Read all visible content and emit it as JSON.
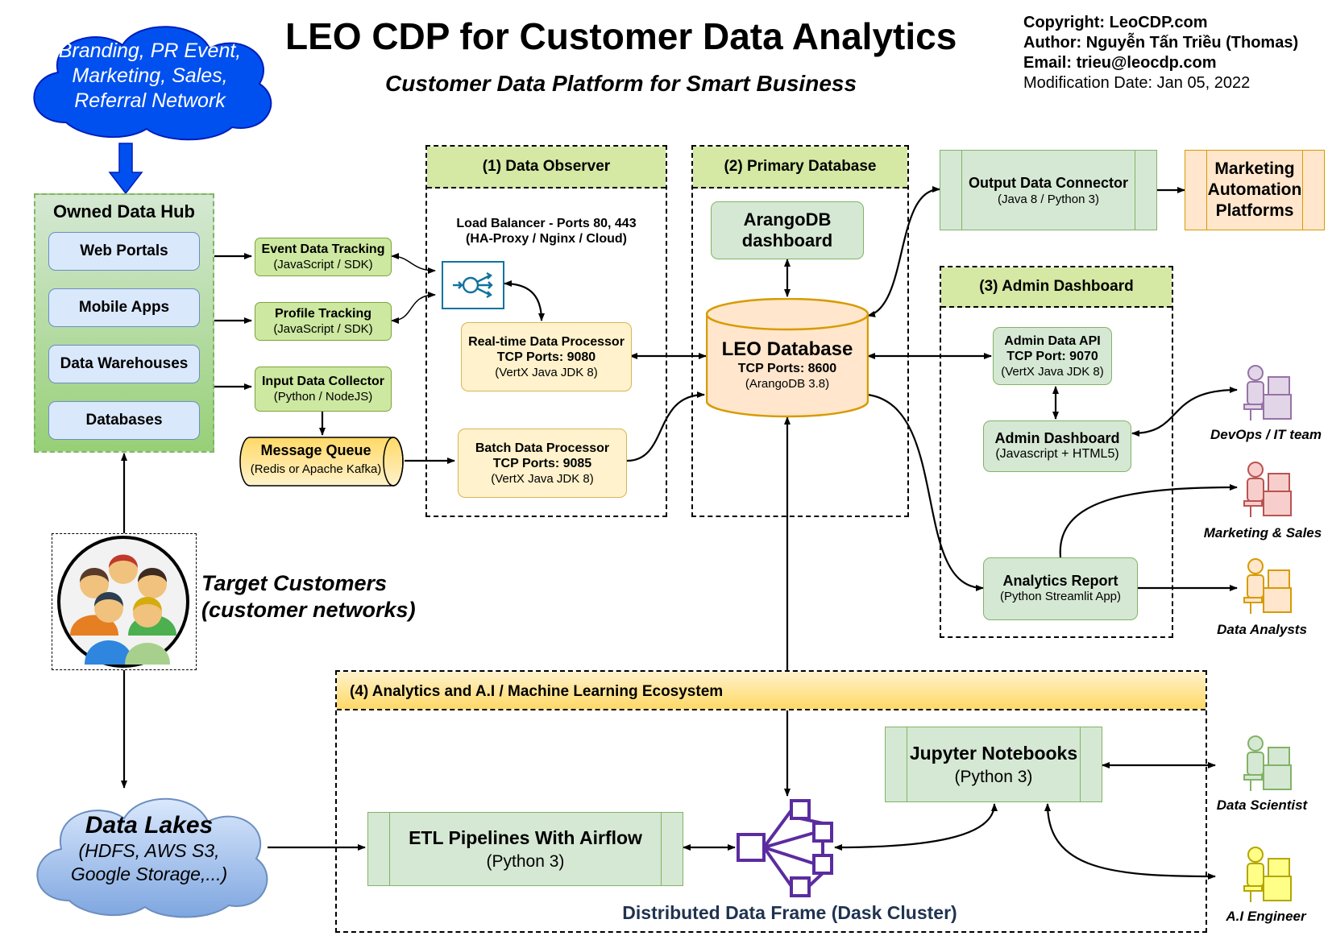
{
  "header": {
    "title": "LEO CDP for Customer Data Analytics",
    "subtitle": "Customer Data Platform for Smart Business",
    "copyright": "Copyright: LeoCDP.com",
    "author": "Author: Nguyễn Tấn Triều (Thomas)",
    "email": "Email: trieu@leocdp.com",
    "modified": "Modification Date: Jan 05, 2022"
  },
  "cloud_top": {
    "line1": "Branding, PR Event,",
    "line2": "Marketing, Sales,",
    "line3": "Referral Network"
  },
  "hub": {
    "title": "Owned Data Hub",
    "items": [
      "Web Portals",
      "Mobile Apps",
      "Data Warehouses",
      "Databases"
    ]
  },
  "trackers": [
    {
      "title": "Event Data Tracking",
      "sub": "(JavaScript / SDK)"
    },
    {
      "title": "Profile Tracking",
      "sub": "(JavaScript / SDK)"
    },
    {
      "title": "Input Data Collector",
      "sub": "(Python / NodeJS)"
    }
  ],
  "queue": {
    "title": "Message Queue",
    "sub": "(Redis or Apache Kafka)"
  },
  "observer": {
    "title": "(1) Data Observer",
    "lb_line1": "Load Balancer - Ports 80, 443",
    "lb_line2": "(HA-Proxy / Nginx / Cloud)",
    "realtime": {
      "title": "Real-time Data Processor",
      "ports": "TCP Ports: 9080",
      "sub": "(VertX Java JDK 8)"
    },
    "batch": {
      "title": "Batch Data Processor",
      "ports": "TCP Ports: 9085",
      "sub": "(VertX Java JDK 8)"
    }
  },
  "primary": {
    "title": "(2) Primary Database",
    "arango": {
      "line1": "ArangoDB",
      "line2": "dashboard"
    },
    "db": {
      "title": "LEO Database",
      "ports": "TCP Ports: 8600",
      "sub": "(ArangoDB 3.8)"
    }
  },
  "output": {
    "title": "Output Data Connector",
    "sub": "(Java 8 / Python 3)"
  },
  "marketing_auto": {
    "line1": "Marketing",
    "line2": "Automation",
    "line3": "Platforms"
  },
  "admin": {
    "title": "(3) Admin Dashboard",
    "api": {
      "title": "Admin Data API",
      "ports": "TCP Port: 9070",
      "sub": "(VertX Java JDK 8)"
    },
    "dash": {
      "title": "Admin Dashboard",
      "sub": "(Javascript + HTML5)"
    },
    "report": {
      "title": "Analytics Report",
      "sub": "(Python Streamlit App)"
    }
  },
  "people": {
    "devops": "DevOps / IT team",
    "marketing": "Marketing & Sales",
    "analysts": "Data Analysts",
    "scientist": "Data Scientist",
    "ai": "A.I Engineer"
  },
  "customers": {
    "line1": "Target Customers",
    "line2": "(customer networks)"
  },
  "lakes": {
    "title": "Data Lakes",
    "line2": "(HDFS, AWS S3,",
    "line3": "Google Storage,...)"
  },
  "ml": {
    "title": "(4) Analytics and A.I / Machine Learning Ecosystem",
    "etl": {
      "title": "ETL Pipelines With Airflow",
      "sub": "(Python 3)"
    },
    "jupyter": {
      "title": "Jupyter Notebooks",
      "sub": "(Python 3)"
    },
    "dask": "Distributed Data Frame (Dask Cluster)"
  },
  "colors": {
    "green_head": "#d5e8a4",
    "yellow_head": "#ffd966",
    "db_orange": "#ffe6cc",
    "dask_purple": "#5b2c9f",
    "cloud_blue": "#0050ef"
  }
}
